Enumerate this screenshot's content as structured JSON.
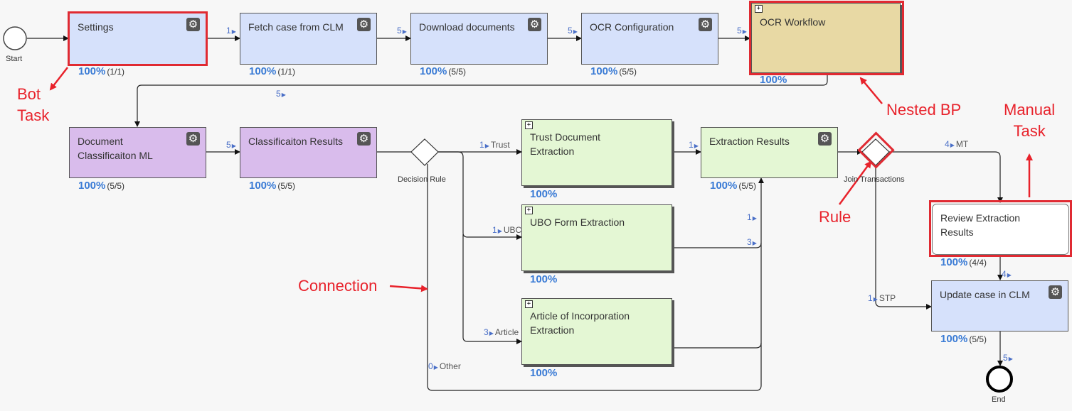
{
  "events": {
    "start": "Start",
    "end": "End"
  },
  "tasks": {
    "settings": {
      "title": "Settings",
      "percent": "100%",
      "count": "(1/1)"
    },
    "fetch_case": {
      "title": "Fetch case from CLM",
      "percent": "100%",
      "count": "(1/1)"
    },
    "download_docs": {
      "title": "Download documents",
      "percent": "100%",
      "count": "(5/5)"
    },
    "ocr_config": {
      "title": "OCR Configuration",
      "percent": "100%",
      "count": "(5/5)"
    },
    "ocr_workflow": {
      "title": "OCR Workflow",
      "percent": "100%"
    },
    "doc_classification": {
      "title": "Document Classificaiton ML",
      "percent": "100%",
      "count": "(5/5)"
    },
    "classification_results": {
      "title": "Classificaiton Results",
      "percent": "100%",
      "count": "(5/5)"
    },
    "trust_extraction": {
      "title": "Trust Document Extraction",
      "percent": "100%"
    },
    "ubo_extraction": {
      "title": "UBO Form Extraction",
      "percent": "100%"
    },
    "article_extraction": {
      "title": "Article of Incorporation Extraction",
      "percent": "100%"
    },
    "extraction_results": {
      "title": "Extraction Results",
      "percent": "100%",
      "count": "(5/5)"
    },
    "review_results": {
      "title": "Review Extraction Results",
      "percent": "100%",
      "count": "(4/4)"
    },
    "update_case": {
      "title": "Update case in CLM",
      "percent": "100%",
      "count": "(5/5)"
    }
  },
  "gateways": {
    "decision_rule": "Decision Rule",
    "join_transactions": "Join Transactions"
  },
  "connections": {
    "c_settings_fetch": {
      "count": "1"
    },
    "c_fetch_download": {
      "count": "5"
    },
    "c_download_ocr": {
      "count": "5"
    },
    "c_ocr_workflow": {
      "count": "5"
    },
    "c_workflow_docclass": {
      "count": "5"
    },
    "c_docclass_results": {
      "count": "5"
    },
    "c_trust": {
      "count": "1",
      "name": "Trust"
    },
    "c_ubo": {
      "count": "1",
      "name": "UBC"
    },
    "c_article": {
      "count": "3",
      "name": "Article"
    },
    "c_other": {
      "count": "0",
      "name": "Other"
    },
    "c_trust_ext": {
      "count": "1"
    },
    "c_ubo_ext_a": {
      "count": "1"
    },
    "c_ubo_ext_b": {
      "count": "3"
    },
    "c_mt": {
      "count": "4",
      "name": "MT"
    },
    "c_stp": {
      "count": "1",
      "name": "STP"
    },
    "c_review_update": {
      "count": "4"
    },
    "c_update_end": {
      "count": "5"
    }
  },
  "annotations": {
    "bot_task": "Bot\nTask",
    "nested_bp": "Nested BP",
    "manual_task": "Manual\nTask",
    "rule": "Rule",
    "connection": "Connection"
  },
  "icons": {
    "gear": "gear-icon",
    "expand": "expand-plus-icon"
  },
  "colors": {
    "bot_task": "#d6e1fb",
    "ml_task": "#d9bcec",
    "subprocess": "#e4f7d4",
    "nested_bp": "#e8d9a4",
    "progress": "#3a7bd5",
    "annotation": "#e8222b"
  }
}
